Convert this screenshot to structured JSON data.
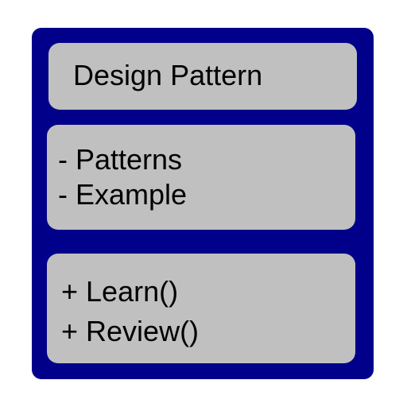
{
  "class_box": {
    "name": "Design Pattern",
    "attributes": [
      "- Patterns",
      "- Example"
    ],
    "operations": [
      "+ Learn()",
      "+ Review()"
    ]
  },
  "colors": {
    "border": "#00008b",
    "compartment": "#c0c0c0",
    "text": "#000000"
  }
}
